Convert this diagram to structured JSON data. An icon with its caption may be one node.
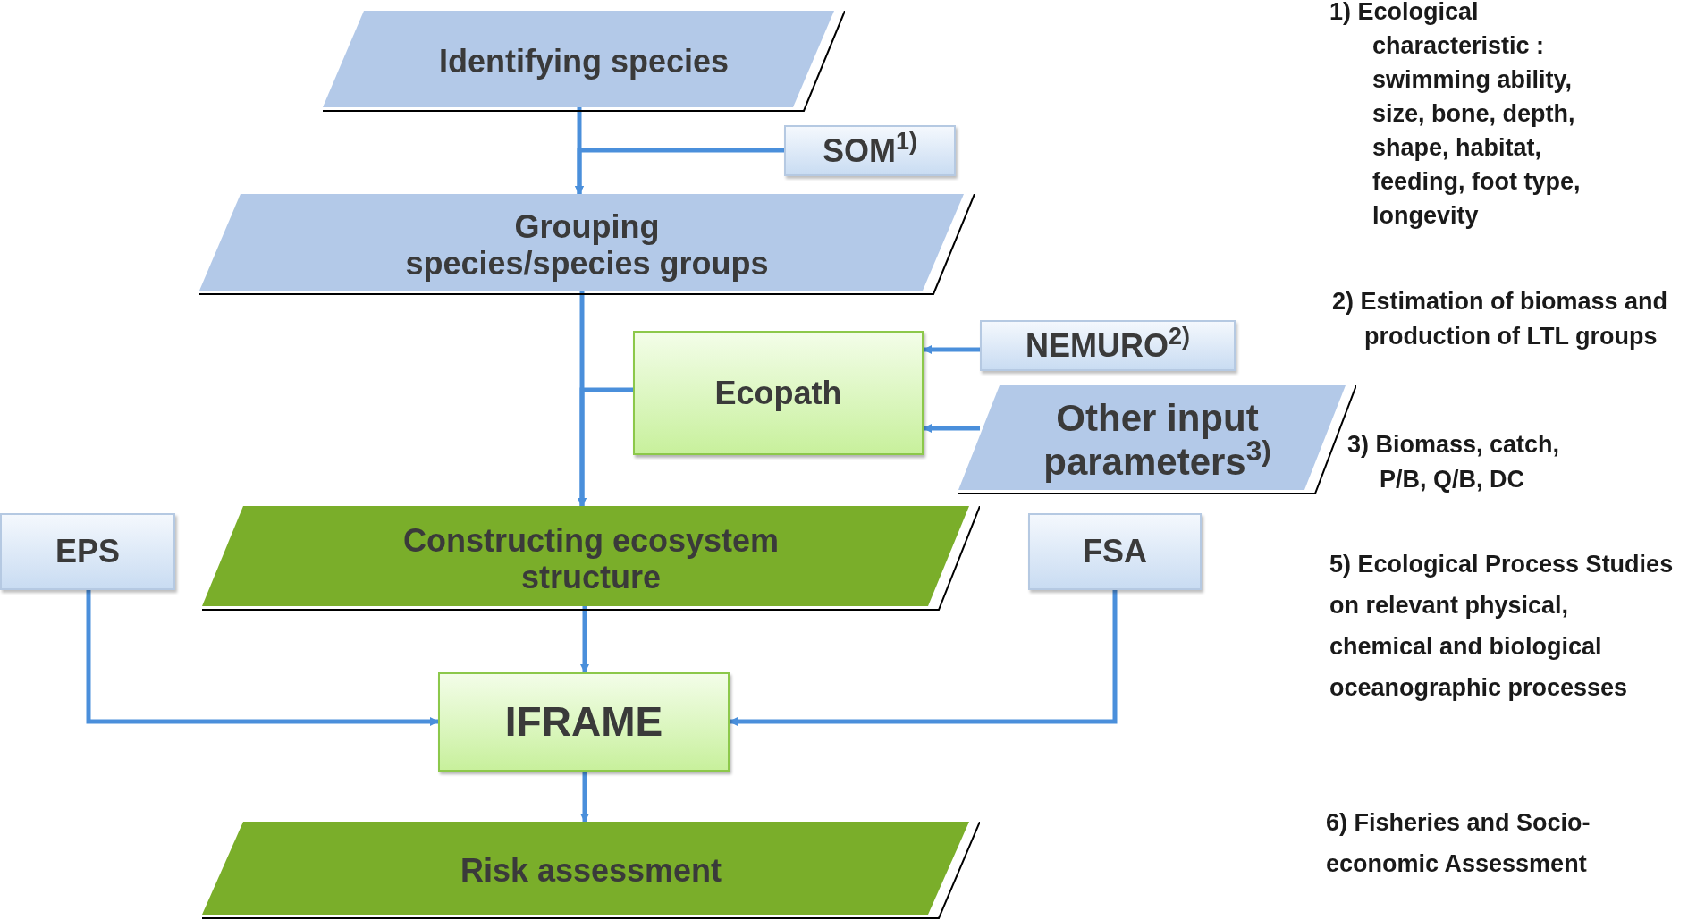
{
  "diagram": {
    "nodes": [
      {
        "text": [
          "Identifying species"
        ]
      },
      {
        "text": [
          "SOM$^{1)}$"
        ]
      },
      {
        "text": [
          "Grouping species/species groups"
        ]
      },
      {
        "text": [
          "Ecopath"
        ]
      },
      {
        "text": [
          "NEMURO$^{2)}$"
        ]
      },
      {
        "text": [
          "Other input parameters$^{3)}$"
        ]
      },
      {
        "text": [
          "EPS"
        ]
      },
      {
        "text": [
          "Constructing ecosystem structure"
        ]
      },
      {
        "text": [
          "FSA"
        ]
      },
      {
        "text": [
          "IFRAME"
        ]
      },
      {
        "text": [
          "Risk assessment"
        ]
      }
    ],
    "edges": [
      {
        "from": 0,
        "to": 2,
        "arrow": "to"
      },
      {
        "from": 1,
        "to": 2,
        "arrow": "to"
      },
      {
        "from": 2,
        "to": 7,
        "arrow": "to"
      },
      {
        "from": 3,
        "to": 7,
        "arrow": "to"
      },
      {
        "from": 4,
        "to": 3,
        "arrow": "to"
      },
      {
        "from": 5,
        "to": 3,
        "arrow": "to"
      },
      {
        "from": 7,
        "to": 9,
        "arrow": "to"
      },
      {
        "from": 6,
        "to": 9,
        "arrow": "to"
      },
      {
        "from": 8,
        "to": 9,
        "arrow": "to"
      },
      {
        "from": 9,
        "to": 10,
        "arrow": "to"
      }
    ],
    "labels": [
      "1) Ecological characteristic : swimming ability, size, bone, depth, shape, habitat, feeding, foot type, longevity",
      "2) Estimation of biomass and production of LTL groups",
      "3) Biomass, catch, P/B, Q/B, DC",
      "5) Ecological Process Studies on relevant physical, chemical and biological oceanographic processes",
      "6) Fisheries and Socio-economic Assessment"
    ]
  }
}
